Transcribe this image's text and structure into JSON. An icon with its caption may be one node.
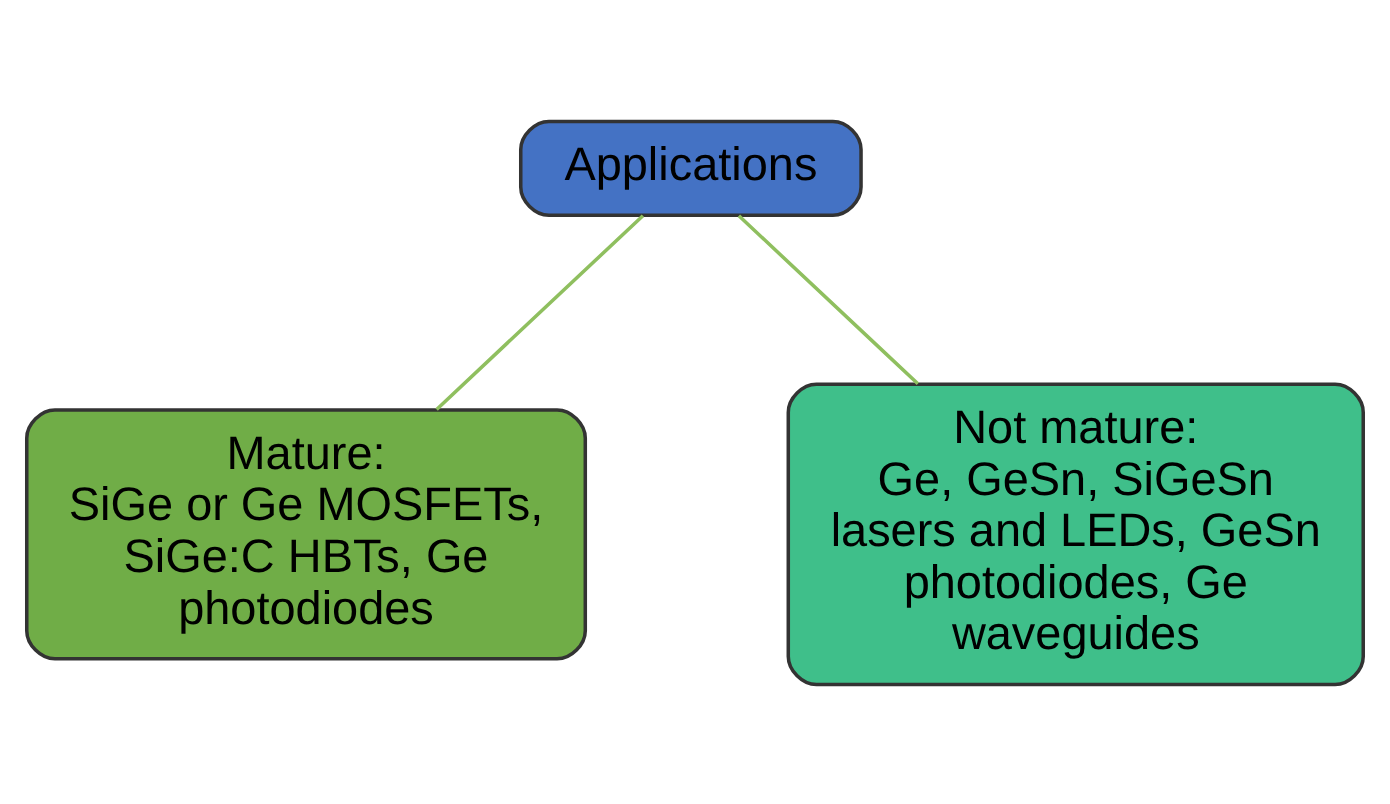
{
  "diagram": {
    "nodes": [
      {
        "text": [
          "Applications"
        ]
      },
      {
        "text": [
          "Mature:",
          "SiGe or Ge MOSFETs, SiGe:C HBTs, Ge photodiodes"
        ]
      },
      {
        "text": [
          "Not mature:",
          "Ge, GeSn, SiGeSn lasers and LEDs, GeSn photodiodes, Ge waveguides"
        ]
      }
    ],
    "edges": [
      {
        "from": 0,
        "to": 1,
        "arrow": "none"
      },
      {
        "from": 0,
        "to": 2,
        "arrow": "none"
      }
    ]
  }
}
